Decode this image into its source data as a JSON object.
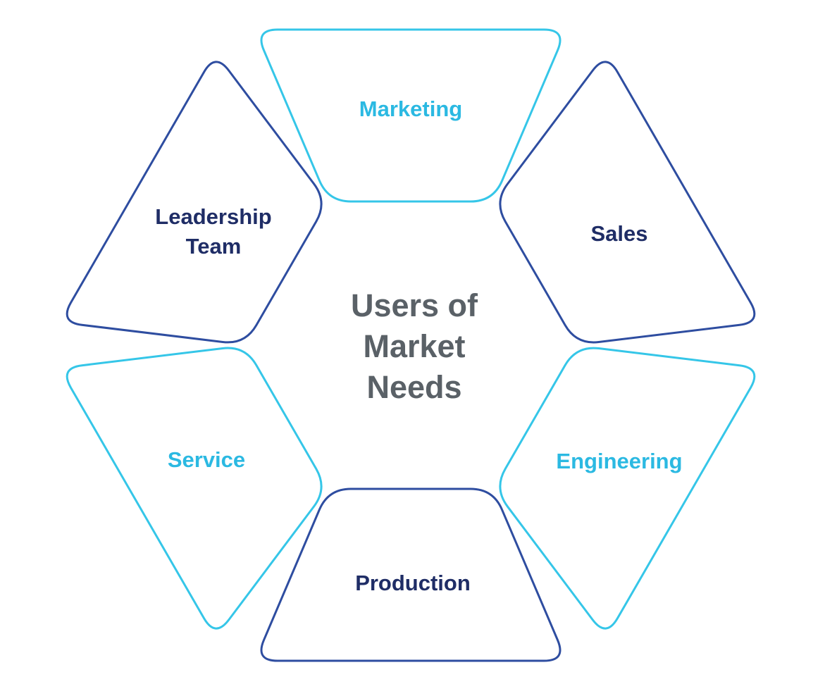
{
  "title": "Users of Market Needs",
  "colors": {
    "background": "#ffffff",
    "cyan_stroke": "#35c6e8",
    "cyan_text": "#2bb9e2",
    "navy_stroke": "#2e4da0",
    "navy_text": "#1f2d66",
    "title_text": "#5a6167"
  },
  "segments": [
    {
      "id": "marketing",
      "label": "Marketing",
      "color": "cyan",
      "position": "top"
    },
    {
      "id": "sales",
      "label": "Sales",
      "color": "navy",
      "position": "top-right"
    },
    {
      "id": "engineering",
      "label": "Engineering",
      "color": "cyan",
      "position": "bottom-right"
    },
    {
      "id": "production",
      "label": "Production",
      "color": "navy",
      "position": "bottom"
    },
    {
      "id": "service",
      "label": "Service",
      "color": "cyan",
      "position": "bottom-left"
    },
    {
      "id": "leadership",
      "label": "Leadership Team",
      "color": "navy",
      "position": "top-left"
    }
  ]
}
